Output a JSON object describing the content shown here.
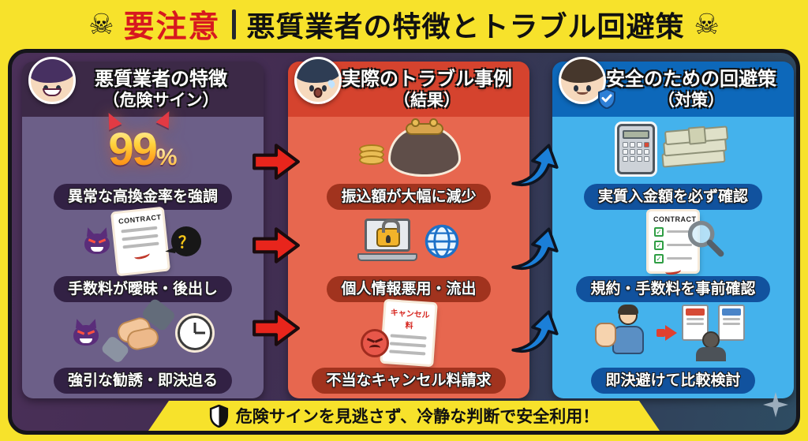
{
  "header": {
    "warning_label": "要注意",
    "title": "悪質業者の特徴とトラブル回避策"
  },
  "icons": {
    "skull": "☠",
    "question": "？",
    "check": "✓"
  },
  "columns": {
    "danger": {
      "title": "悪質業者の特徴",
      "subtitle": "（危険サイン）",
      "items": [
        {
          "big_value": "99",
          "percent_sign": "%",
          "label": "異常な高換金率を強調"
        },
        {
          "doc_title": "CONTRACT",
          "label": "手数料が曖昧・後出し"
        },
        {
          "label": "強引な勧誘・即決迫る"
        }
      ]
    },
    "trouble": {
      "title": "実際のトラブル事例",
      "subtitle": "（結果）",
      "items": [
        {
          "label": "振込額が大幅に減少"
        },
        {
          "label": "個人情報悪用・流出"
        },
        {
          "doc_title": "キャンセル料",
          "label": "不当なキャンセル料請求"
        }
      ]
    },
    "safety": {
      "title": "安全のための回避策",
      "subtitle": "（対策）",
      "items": [
        {
          "label": "実質入金額を必ず確認"
        },
        {
          "doc_title": "CONTRACT",
          "label": "規約・手数料を事前確認"
        },
        {
          "label": "即決避けて比較検討"
        }
      ]
    }
  },
  "footer": {
    "message": "危険サインを見逃さず、冷静な判断で安全利用！"
  },
  "colors": {
    "background_yellow": "#f7e22b",
    "warning_red": "#d7181f",
    "danger_header": "#3c2947",
    "danger_body": "#6c5f88",
    "trouble_header": "#d5432e",
    "trouble_body": "#e7674f",
    "safety_header": "#0d68ba",
    "safety_body": "#44b2ec",
    "flow_arrow_red": "#e8251c",
    "flow_arrow_blue": "#1b7fd8"
  }
}
